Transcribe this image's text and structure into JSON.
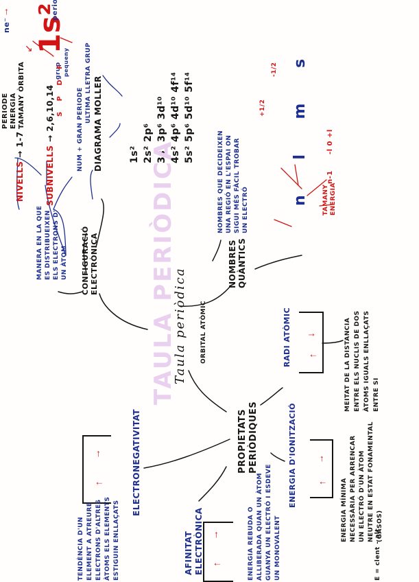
{
  "center": {
    "title": "TAULA PERIÒDICA",
    "scribble": "Taula periòdica"
  },
  "configuracio": {
    "label_lines": [
      "CONFIGURACIÓ",
      "ELECTRÒNICA"
    ],
    "definition_lines": [
      "MANERA EN LA QUE",
      "ES DISTRIBUEIXEN",
      "ELS ELECTRONS D'",
      "UN ÀTOM"
    ],
    "nivells": {
      "label": "NIVELLS",
      "arrow": "→",
      "range": "1-7",
      "info_lines": [
        "PERIODE",
        "ENERGIA",
        "TAMANY ÒRBITA"
      ]
    },
    "subnivells": {
      "label": "SUBNIVELLS",
      "arrow": "→",
      "values": "2,6,10,14",
      "letters": "S P D F"
    },
    "diagrama": {
      "label": "DIAGRAMA MOLLER",
      "note1": "NUM + GRAN PERIODE",
      "note2": "ULTIMA LLETRA GRUP"
    },
    "notation": {
      "main": "1s²",
      "ne": "ne⁻",
      "periode": "periode",
      "grup": "grup",
      "caption": "pequeny"
    },
    "moller": [
      "1s²",
      "2s² 2p⁶",
      "3s² 3p⁶ 3d¹⁰",
      "4s² 4p⁶ 4d¹⁰ 4f¹⁴",
      "5s² 5p⁶ 5d¹⁰ 5f¹⁴"
    ]
  },
  "orbital": {
    "label": "ORBITAL ATÒMIC"
  },
  "quantics": {
    "label_lines": [
      "NOMBRES",
      "QUÀNTICS"
    ],
    "definition_lines": [
      "NOMBRES QUE DECIDEIXEN",
      "UNA REGIÓ EN L'ESPAI ON",
      "SIGUI MÉS FÀCIL TROBAR",
      "UN ELECTRÓ"
    ],
    "letters": [
      "n",
      "l",
      "m",
      "s"
    ],
    "n_notes": [
      "TAMANY",
      "ENERGIA"
    ],
    "l_note": "n-1",
    "m_note": "-l 0 +l",
    "s_values": [
      "+1/2",
      "-1/2"
    ]
  },
  "propietats": {
    "label_lines": [
      "PROPIETATS",
      "PERIÒDIQUES"
    ]
  },
  "radi": {
    "label": "RADI ATÒMIC",
    "definition_lines": [
      "MEITAT DE LA DISTANCIA",
      "ENTRE ELS NUCLIS DE DOS",
      "ÀTOMS IGUALS ENLLAÇATS",
      "ENTRE SI"
    ]
  },
  "ionitzacio": {
    "label": "ENERGIA D'IONITZACIÓ",
    "definition_lines": [
      "ENERGIA MÍNIMA",
      "NECESSÀRIA PER ARRENCAR",
      "UN ELECTRÓ D'UN ÀTOM",
      "NEUTRE EN ESTAT FONAMENTAL",
      "(GASOS)"
    ],
    "aside": "E = clent - alt"
  },
  "electronegativitat": {
    "label": "ELECTRONEGATIVITAT",
    "definition_lines": [
      "TENDÈNCIA D'UN",
      "ELEMENT A ATREURE",
      "ELECTRONS D'ALTRES",
      "ÀTOMS ELS ELEMENTS",
      "ESTIGUIN ENLLAÇATS"
    ]
  },
  "afinitat": {
    "label_lines": [
      "AFINITAT",
      "ELECTRÒNICA"
    ],
    "definition_lines": [
      "ENERGIA REBUDA O",
      "ALLIBERADA QUAN UN ÀTOM",
      "GUANYA UN ELECTRÓ I ESDEVE",
      "UN MONOVALENT"
    ]
  },
  "colors": {
    "ink": "#141414",
    "blue": "#1c2f8f",
    "red": "#d21414",
    "pink": "#d8b4e2"
  }
}
